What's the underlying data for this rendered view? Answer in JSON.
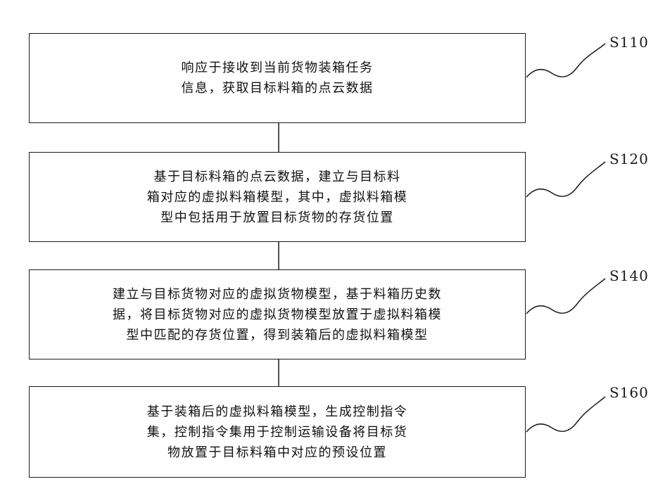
{
  "steps": [
    {
      "id": "S110",
      "text": "响应于接收到当前货物装箱任务\n信息，获取目标料箱的点云数据"
    },
    {
      "id": "S120",
      "text": "基于目标料箱的点云数据，建立与目标料\n箱对应的虚拟料箱模型，其中，虚拟料箱模\n型中包括用于放置目标货物的存货位置"
    },
    {
      "id": "S140",
      "text": "建立与目标货物对应的虚拟货物模型，基于料箱历史数\n据，将目标货物对应的虚拟货物模型放置于虚拟料箱模\n型中匹配的存货位置，得到装箱后的虚拟料箱模型"
    },
    {
      "id": "S160",
      "text": "基于装箱后的虚拟料箱模型，生成控制指令\n集，控制指令集用于控制运输设备将目标货\n物放置于目标料箱中对应的预设位置"
    }
  ]
}
